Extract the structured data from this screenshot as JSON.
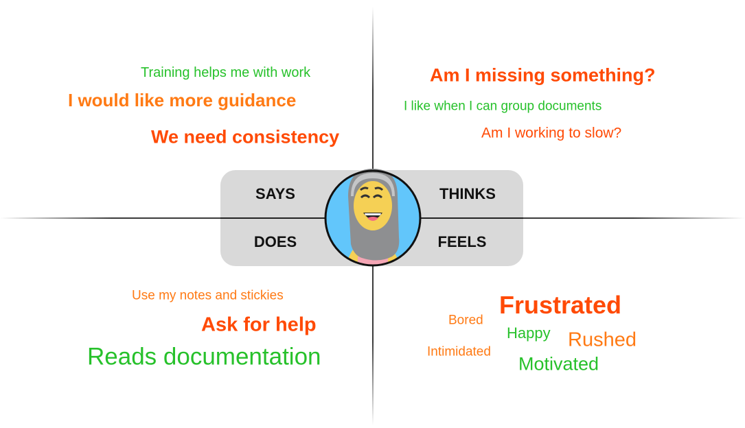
{
  "colors": {
    "green": "#27c12b",
    "orange": "#ff7a14",
    "red": "#ff4a05",
    "panel": "#d9d9d9"
  },
  "quadrants": {
    "says": "SAYS",
    "thinks": "THINKS",
    "does": "DOES",
    "feels": "FEELS"
  },
  "says": [
    "Training helps me with work",
    "I would like more guidance",
    "We need consistency"
  ],
  "thinks": [
    "Am I missing something?",
    "I like when I can group documents",
    "Am I working to slow?"
  ],
  "does": [
    "Use my notes and stickies",
    "Ask for help",
    "Reads documentation"
  ],
  "feels": [
    "Frustrated",
    "Bored",
    "Happy",
    "Rushed",
    "Intimidated",
    "Motivated"
  ],
  "avatar": {
    "icon": "persona-avatar-icon"
  }
}
